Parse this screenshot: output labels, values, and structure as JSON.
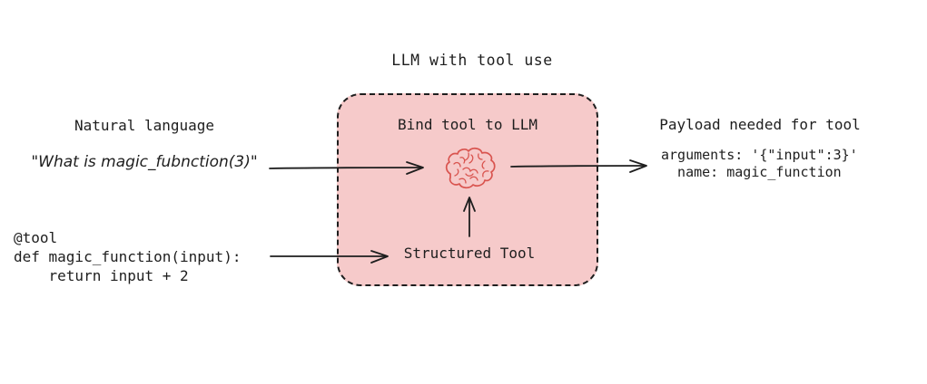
{
  "title": "LLM with tool use",
  "left": {
    "heading": "Natural language",
    "quote": "\"What is magic_fubnction(3)\"",
    "code_lines": [
      "@tool",
      "def magic_function(input):",
      "    return input + 2"
    ]
  },
  "center": {
    "heading": "Bind tool to LLM",
    "brain_icon": "brain-icon",
    "tool_label": "Structured Tool"
  },
  "right": {
    "heading": "Payload needed for tool",
    "payload_lines": [
      "arguments: '{\"input\":3}'",
      "  name: magic_function"
    ]
  },
  "colors": {
    "box_fill": "#f6caca",
    "box_border": "#1e1e1e",
    "brain_stroke": "#d9544f",
    "text": "#1e1e1e",
    "background": "#ffffff"
  }
}
